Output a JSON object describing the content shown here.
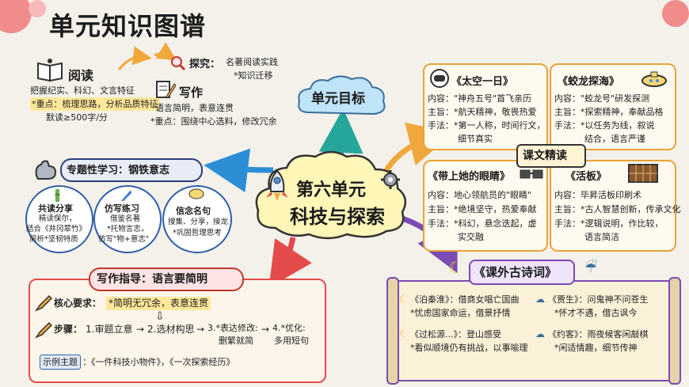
{
  "page": {
    "title": "单元知识图谱"
  },
  "center": {
    "line1": "第六单元",
    "line2": "科技与探索"
  },
  "goal": {
    "label": "单元目标"
  },
  "reading": {
    "title": "阅读",
    "line1": "把握纪实、科幻、文言特征",
    "line2": "*重点：梳理思路，分析品质特征",
    "line3": "默读≥500字/分"
  },
  "explore": {
    "title": "探究：",
    "text": "名著阅读实践",
    "line2": "*知识迁移"
  },
  "writing": {
    "title": "写作",
    "line1": "语言简明，表意连贯",
    "line2": "*重点：围绕中心选料，修改冗余"
  },
  "topic": {
    "title": "专题性学习：钢铁意志",
    "items": [
      {
        "title": "共读分享",
        "l1": "精读保尔，",
        "l2": "结合《井冈翠竹》",
        "l3": "简析*坚韧特质"
      },
      {
        "title": "仿写练习",
        "l1": "借鉴名著",
        "l2": "*托物言志，",
        "l3": "仿写\"物+意志\""
      },
      {
        "title": "信念名句",
        "l1": "搜集、分享，接龙",
        "l2": "*巩固哲理思考",
        "l3": ""
      }
    ]
  },
  "writing_guide": {
    "title": "写作指导：语言要简明",
    "core_label": "核心要求：",
    "core_text": "*简明无冗余，表意连贯",
    "steps_label": "步骤：",
    "step1": "1.审题立意",
    "step2": "2.选材构思",
    "step3a": "3.*表达修改:",
    "step3b": "删繁就简",
    "step4a": "4.*优化:",
    "step4b": "多用短句",
    "example_label": "示例主题",
    "example_text": "：《一件科技小物件》，《一次探索经历》"
  },
  "intensive": {
    "label": "课文精读",
    "cards": [
      {
        "title": "《太空一日》",
        "content": "内容：\"神舟五号\"首飞亲历",
        "theme": "主旨：*航天精神，敬畏热爱",
        "method1": "手法：*第一人称，时间行文，",
        "method2": "细节真实"
      },
      {
        "title": "《蛟龙探海》",
        "content": "内容：\"蛟龙号\"研发探测",
        "theme": "主旨：*探索精神，奉献品格",
        "method1": "手法：*以任务为线，叙说",
        "method2": "结合，语言严谨"
      },
      {
        "title": "《带上她的眼睛》",
        "content": "内容：地心领航员的\"眼睛\"",
        "theme": "主旨：*绝境坚守，热爱奉献",
        "method1": "手法：*科幻，悬念迭起，虚",
        "method2": "实交融"
      },
      {
        "title": "《活板》",
        "content": "内容：毕昇活板印刷术",
        "theme": "主旨：*古人智慧创新，传承文化",
        "method1": "手法：*逻辑说明，作比较，",
        "method2": "语言简洁"
      }
    ]
  },
  "poems": {
    "label": "《课外古诗词》",
    "items": [
      {
        "l1": "《泊秦淮》：借商女唱亡国曲",
        "l2": "*忧虑国家命运，借景抒情"
      },
      {
        "l1": "《贾生》：问鬼神不问苍生",
        "l2": "*怀才不遇，借古讽今"
      },
      {
        "l1": "《过松源...》：登山感受",
        "l2": "*看似顺境仍有挑战，以事喻理"
      },
      {
        "l1": "《约客》：雨夜候客闲敲棋",
        "l2": "*闲适情趣，细节传神"
      }
    ]
  },
  "colors": {
    "accent_red": "#e44b4b",
    "gold_border": "#c9a15a",
    "purple": "#7b4bb3",
    "cloud_blue": "#bfe3f7"
  }
}
